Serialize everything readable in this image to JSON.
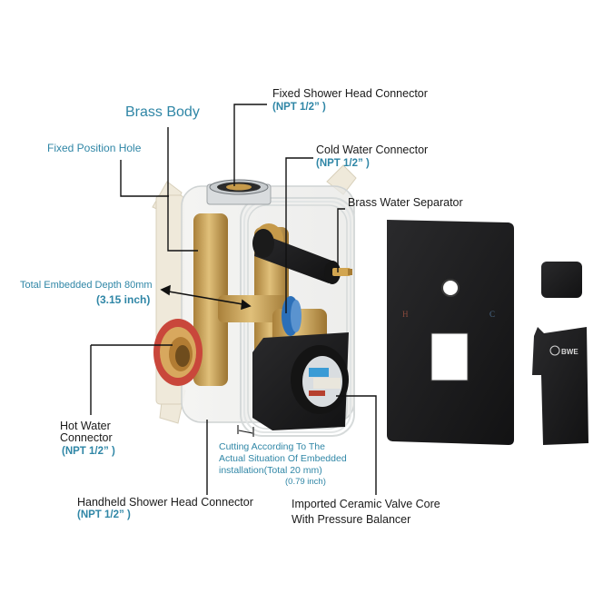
{
  "diagram": {
    "product": "Shower valve rough-in body with black trim plate and handle",
    "brand_mark": "BWE",
    "trim_markings": {
      "hot": "H",
      "cold": "C"
    },
    "colors": {
      "label_dark": "#1a1a1a",
      "label_blue": "#2f86a6",
      "trim_black": "#1c1c1e",
      "brass": "#c9a45a",
      "hot_ring": "#c9473b",
      "cold_ring": "#2b6fb8",
      "fixing_lug": "#efe9da"
    },
    "labels": {
      "brass_body": "Brass Body",
      "fixed_position_hole": "Fixed Position Hole",
      "fixed_shower_head": {
        "title": "Fixed Shower Head Connector",
        "spec": "(NPT 1/2” )"
      },
      "cold_water": {
        "title": "Cold Water Connector",
        "spec": "(NPT 1/2” )"
      },
      "brass_water_separator": "Brass Water Separator",
      "embedded_depth": {
        "line1": "Total Embedded Depth 80mm",
        "line2": "(3.15 inch)"
      },
      "hot_water": {
        "title_line1": "Hot Water",
        "title_line2": "Connector",
        "spec": "(NPT 1/2” )"
      },
      "cutting_note": {
        "line1": "Cutting According To The",
        "line2": "Actual Situation Of Embedded",
        "line3": "installation(Total 20 mm)",
        "line4": "(0.79 inch)"
      },
      "handheld_shower_head": {
        "title": "Handheld Shower Head Connector",
        "spec": "(NPT 1/2” )"
      },
      "ceramic_valve": {
        "line1": "Imported Ceramic Valve Core",
        "line2": "With Pressure Balancer"
      }
    }
  }
}
